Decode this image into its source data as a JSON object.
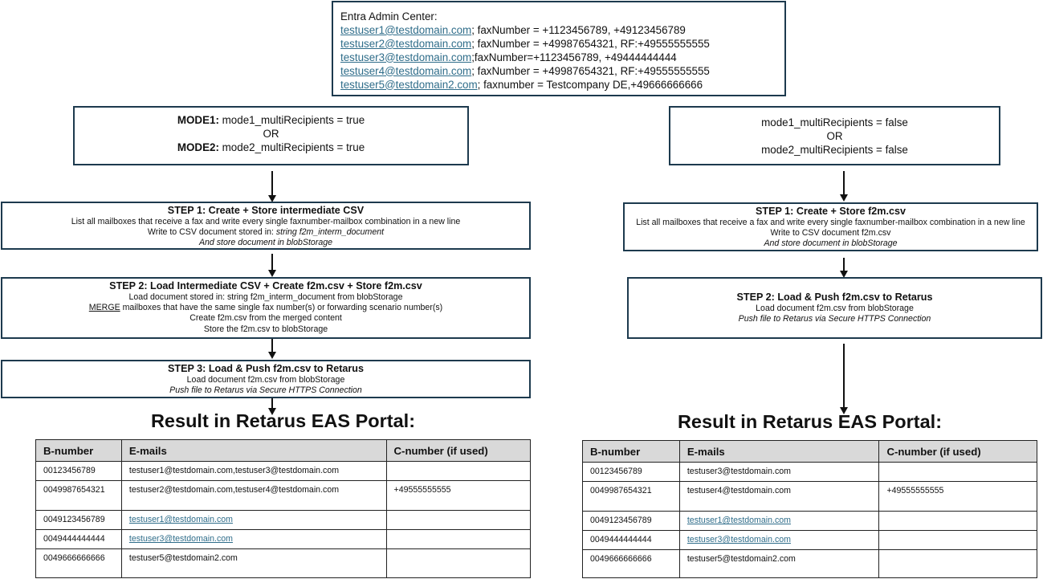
{
  "entra": {
    "title": "Entra Admin Center:",
    "lines": [
      {
        "email": "testuser1@testdomain.com",
        "rest": "; faxNumber = +1123456789, +49123456789"
      },
      {
        "email": "testuser2@testdomain.com",
        "rest": "; faxNumber = +49987654321, RF:+49555555555"
      },
      {
        "email": "testuser3@testdomain.com",
        "rest": ";faxNumber=+1123456789, +49444444444"
      },
      {
        "email": "testuser4@testdomain.com",
        "rest": "; faxNumber = +49987654321, RF:+49555555555"
      },
      {
        "email": "testuser5@testdomain2.com",
        "rest": "; faxnumber = Testcompany DE,+49666666666"
      }
    ]
  },
  "left": {
    "mode": {
      "mode1_label": "MODE1:",
      "mode1_text": " mode1_multiRecipients = true",
      "or": "OR",
      "mode2_label": "MODE2:",
      "mode2_text": " mode2_multiRecipients = true"
    },
    "step1": {
      "title": "STEP 1: Create + Store  intermediate CSV",
      "line1": "List all mailboxes that receive a fax and write every single faxnumber-mailbox combination in a new line",
      "line2_plain": "Write to CSV document stored in: ",
      "line2_italic": "string f2m_interm_document",
      "line3": "And store document in blobStorage"
    },
    "step2": {
      "title": "STEP 2: Load Intermediate CSV + Create f2m.csv + Store f2m.csv",
      "line1": "Load document stored in: string f2m_interm_document from blobStorage",
      "line2_u": "MERGE",
      "line2_rest": " mailboxes that have the same single fax number(s) or forwarding scenario number(s)",
      "line3": "Create f2m.csv from the merged content",
      "line4": "Store the f2m.csv to blobStorage"
    },
    "step3": {
      "title": "STEP 3: Load & Push f2m.csv to Retarus",
      "line1": "Load document f2m.csv from blobStorage",
      "line2": "Push file to Retarus via Secure HTTPS Connection"
    },
    "result_title": "Result in Retarus EAS Portal:",
    "table": {
      "headers": [
        "B-number",
        "E-mails",
        "C-number (if used)"
      ],
      "rows": [
        {
          "b": "00123456789",
          "e": "testuser1@testdomain.com,testuser3@testdomain.com",
          "c": ""
        },
        {
          "b": "0049987654321",
          "e": "testuser2@testdomain.com,testuser4@testdomain.com",
          "c": "+49555555555"
        },
        {
          "b": "0049123456789",
          "e": "testuser1@testdomain.com",
          "c": ""
        },
        {
          "b": "0049444444444",
          "e": "testuser3@testdomain.com",
          "c": ""
        },
        {
          "b": "0049666666666",
          "e": "testuser5@testdomain2.com",
          "c": ""
        }
      ]
    }
  },
  "right": {
    "mode": {
      "line1": "mode1_multiRecipients = false",
      "or": "OR",
      "line2": "mode2_multiRecipients = false"
    },
    "step1": {
      "title": "STEP 1: Create + Store  f2m.csv",
      "line1": "List all mailboxes that receive a fax and write every single faxnumber-mailbox combination in a new line",
      "line2": "Write to CSV document f2m.csv",
      "line3": "And store document in blobStorage"
    },
    "step2": {
      "title": "STEP 2: Load & Push f2m.csv to Retarus",
      "line1": "Load document f2m.csv from blobStorage",
      "line2": "Push file to Retarus via Secure HTTPS Connection"
    },
    "result_title": "Result in Retarus EAS Portal:",
    "table": {
      "headers": [
        "B-number",
        "E-mails",
        "C-number (if used)"
      ],
      "rows": [
        {
          "b": "00123456789",
          "e": "testuser3@testdomain.com",
          "c": ""
        },
        {
          "b": "0049987654321",
          "e": "testuser4@testdomain.com",
          "c": "+49555555555"
        },
        {
          "b": "0049123456789",
          "e": "testuser1@testdomain.com",
          "c": ""
        },
        {
          "b": "0049444444444",
          "e": "testuser3@testdomain.com",
          "c": ""
        },
        {
          "b": "0049666666666",
          "e": "testuser5@testdomain2.com",
          "c": ""
        }
      ]
    }
  }
}
